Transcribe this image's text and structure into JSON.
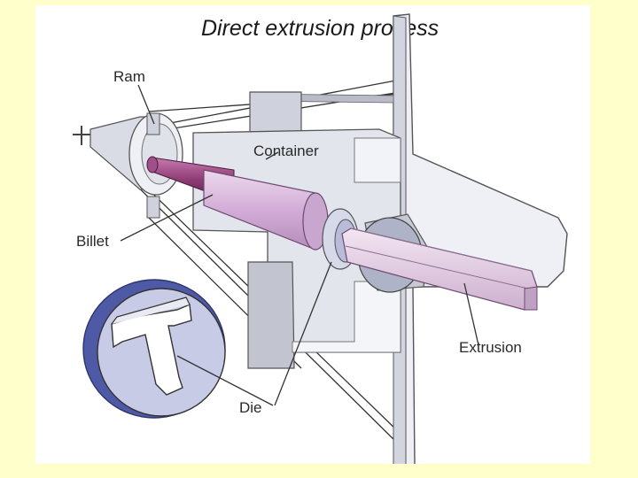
{
  "diagram": {
    "title": "Direct extrusion process",
    "labels": {
      "ram": "Ram",
      "container": "Container",
      "billet": "Billet",
      "extrusion": "Extrusion",
      "die": "Die"
    },
    "colors": {
      "page_background": "#ffffcc",
      "metal_light": "#eef0f6",
      "metal_mid": "#cfd2dc",
      "ram_rod": "#8e3c74",
      "billet": "#d4b4d8",
      "die_disc": "#c8cbe6",
      "die_rim": "#4f5aa6"
    }
  }
}
